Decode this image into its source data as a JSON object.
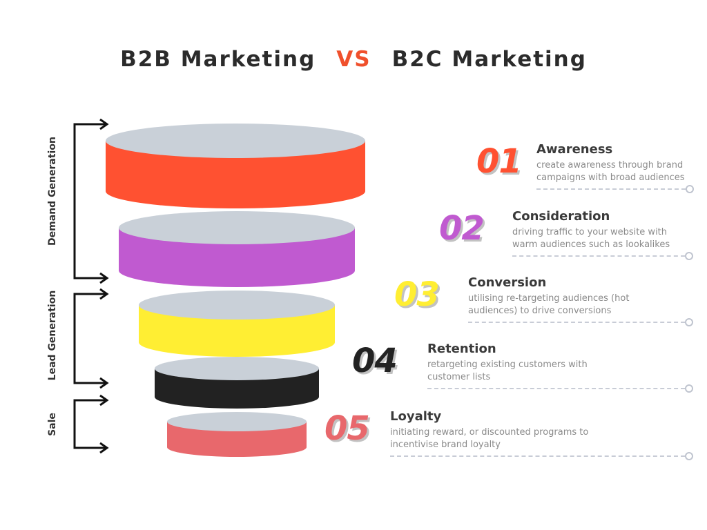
{
  "title": {
    "left": "B2B Marketing",
    "vs": "VS",
    "right": "B2C Marketing"
  },
  "colors": {
    "title_vs": "#f0502c",
    "funnel_top": "#c9d0d8",
    "arrow": "#111111"
  },
  "side_labels": {
    "demand": "Demand Generation",
    "lead": "Lead Generation",
    "sale": "Sale"
  },
  "stages": [
    {
      "number": "01",
      "title": "Awareness",
      "line1": "create awareness through brand",
      "line2": "campaigns with broad audiences",
      "color": "#ff5131"
    },
    {
      "number": "02",
      "title": "Consideration",
      "line1": "driving traffic to your website with",
      "line2": "warm audiences such as lookalikes",
      "color": "#c05ad0"
    },
    {
      "number": "03",
      "title": "Conversion",
      "line1": "utilising re-targeting audiences (hot",
      "line2": "audiences) to drive conversions",
      "color": "#ffee33"
    },
    {
      "number": "04",
      "title": "Retention",
      "line1": "retargeting existing customers with",
      "line2": "customer lists",
      "color": "#222222"
    },
    {
      "number": "05",
      "title": "Loyalty",
      "line1": "initiating reward, or discounted programs to",
      "line2": "incentivise brand loyalty",
      "color": "#e8686c"
    }
  ]
}
